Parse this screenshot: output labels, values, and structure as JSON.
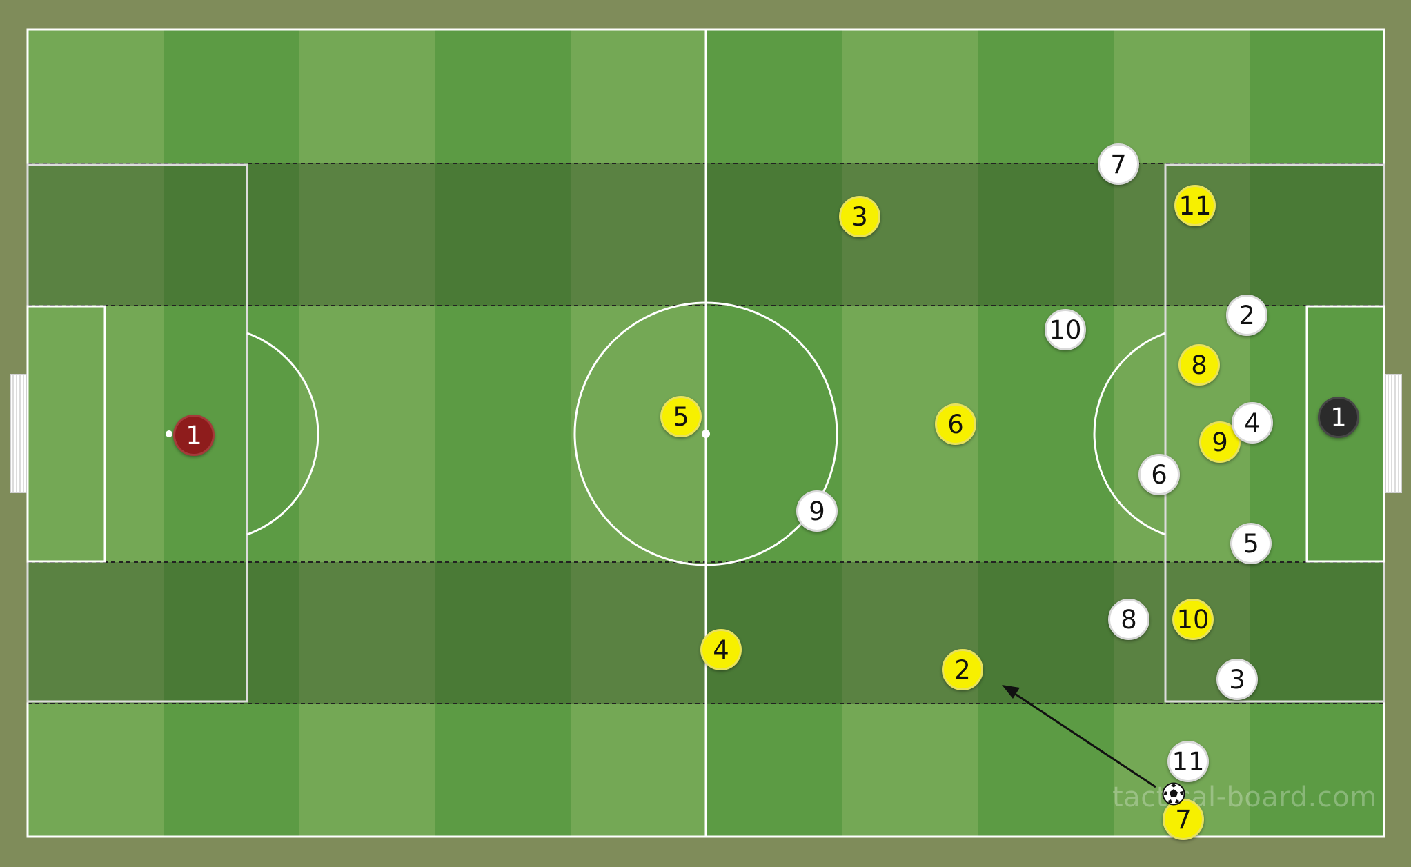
{
  "watermark": "tactical-board.com",
  "colors": {
    "background": "#7f8c5a",
    "stripe_light": "#74a855",
    "stripe_dark": "#5c9b44",
    "zone_shade": "rgba(40,60,30,0.34)",
    "lines": "#ffffff",
    "home_team": "#f7f000",
    "away_team": "#ffffff",
    "home_goalkeeper": "#8e1c1c",
    "away_goalkeeper": "#2b2b2b"
  },
  "icons": {
    "ball": "football-icon",
    "goal_left": "goal-net-icon",
    "goal_right": "goal-net-icon"
  },
  "players": {
    "home_goalkeeper": "1",
    "home_3": "3",
    "home_5": "5",
    "home_4": "4",
    "home_6": "6",
    "home_2": "2",
    "home_11": "11",
    "home_8": "8",
    "home_9": "9",
    "home_10": "10",
    "home_7": "7",
    "away_goalkeeper": "1",
    "away_7": "7",
    "away_10": "10",
    "away_2": "2",
    "away_4": "4",
    "away_6": "6",
    "away_9": "9",
    "away_5": "5",
    "away_8": "8",
    "away_3": "3",
    "away_11": "11"
  }
}
